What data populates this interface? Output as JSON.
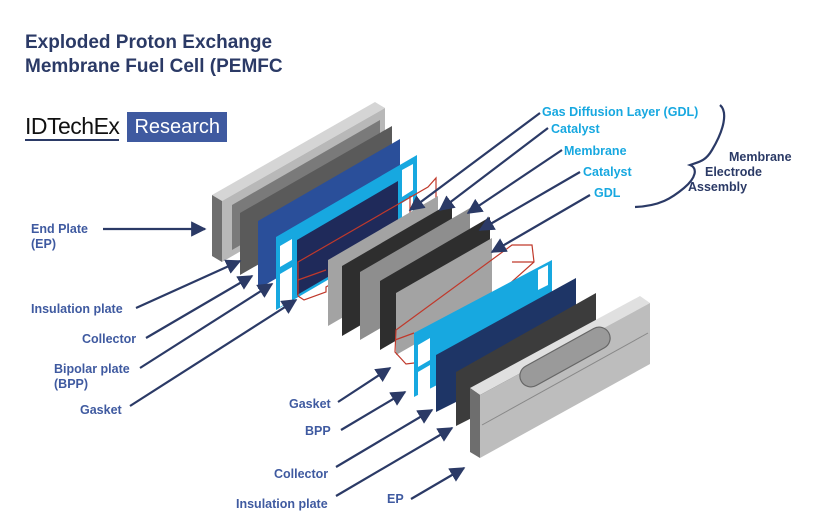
{
  "title": {
    "line1": "Exploded Proton Exchange",
    "line2": "Membrane Fuel Cell (PEMFC"
  },
  "logo": {
    "brand": "IDTechEx",
    "tag": "Research"
  },
  "colors": {
    "title": "#2b3a66",
    "left_labels": "#3f5aa0",
    "mea_labels": "#17a8e0",
    "arrows": "#2b3a66",
    "bipolar_plate": "#17a8e0",
    "collector": "#2a4f9a",
    "gasket": "#c0392b",
    "membrane": "#333333",
    "gdl": "#a0a0a0",
    "end_plate": "#b8b8b8"
  },
  "left_stack_labels": {
    "end_plate_line1": "End Plate",
    "end_plate_line2": "(EP)",
    "insulation_plate": "Insulation plate",
    "collector": "Collector",
    "bipolar_plate_line1": "Bipolar plate",
    "bipolar_plate_line2": "(BPP)",
    "gasket": "Gasket"
  },
  "mea_labels": {
    "gdl_top": "Gas Diffusion Layer (GDL)",
    "catalyst_top": "Catalyst",
    "membrane": "Membrane",
    "catalyst_bottom": "Catalyst",
    "gdl_bottom": "GDL"
  },
  "mea_group": {
    "line1": "Membrane",
    "line2": "Electrode",
    "line3": "Assembly"
  },
  "right_stack_labels": {
    "gasket": "Gasket",
    "bpp": "BPP",
    "collector": "Collector",
    "insulation_plate": "Insulation plate",
    "ep": "EP"
  }
}
